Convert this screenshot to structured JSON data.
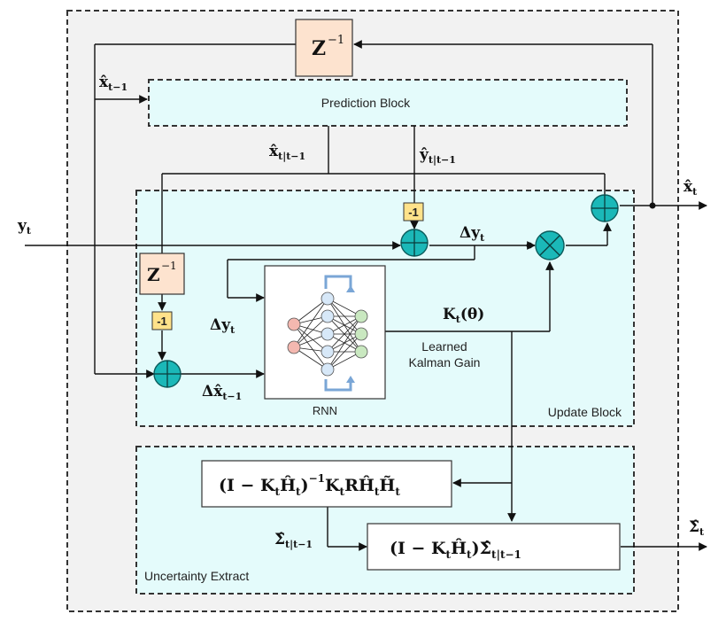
{
  "outer": {
    "fill": "#f2f2f2"
  },
  "blocks": {
    "prediction": "Prediction Block",
    "update": "Update Block",
    "uncertainty": "Uncertainty Extract",
    "rnn": "RNN",
    "learned_gain_line1": "Learned",
    "learned_gain_line2": "Kalman Gain"
  },
  "delay": {
    "base": "Z",
    "exp": "−1"
  },
  "neg_one": "-1",
  "signals": {
    "x_prev": {
      "base": "x̂",
      "sub": "t−1"
    },
    "x_pred": {
      "base": "x̂",
      "sub": "t|t−1"
    },
    "y_pred": {
      "base": "ŷ",
      "sub": "t|t−1"
    },
    "x_out": {
      "base": "x̂",
      "sub": "t"
    },
    "y_in": {
      "base": "y",
      "sub": "t"
    },
    "dy": {
      "base": "Δy",
      "sub": "t"
    },
    "dy_rnn": {
      "base": "Δy",
      "sub": "t"
    },
    "dx": {
      "base": "Δx̂",
      "sub": "t−1"
    },
    "gain": {
      "base": "K",
      "sub": "t",
      "tail": "(θ)"
    },
    "sigma_pred": {
      "base": "Σ̂",
      "sub": "t|t−1"
    },
    "sigma_out": {
      "base": "Σ̂",
      "sub": "t"
    }
  },
  "formulas": {
    "top": {
      "main": "(I − K",
      "t1": "t",
      "mid": "Ĥ",
      "t2": "t",
      "close": ")",
      "exp": "−1",
      "rest": "K",
      "t3": "t",
      "rest2": "RĤ",
      "t4": "t",
      "rest3": "H̃",
      "t5": "t"
    },
    "bottom": {
      "main": "(I − K",
      "t1": "t",
      "mid": "Ĥ",
      "t2": "t",
      "close": ")",
      "rest": "Σ̂",
      "sub": "t|t−1"
    }
  },
  "colors": {
    "cyan_fill": "#e4fbfb",
    "sum_node": "#1bb8b8",
    "delay_fill": "#fde3cf",
    "neg_fill": "#ffe28a",
    "neuron_in": "#f4b8b0",
    "neuron_hidden": "#d7e8f8",
    "neuron_out": "#c9e8c0"
  }
}
